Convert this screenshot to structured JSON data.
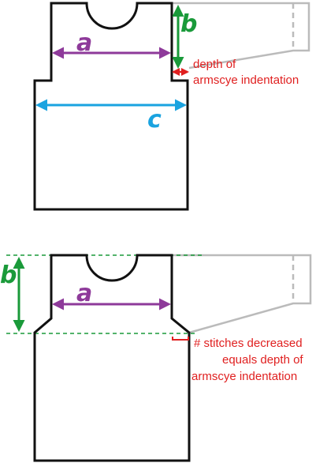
{
  "colors": {
    "outline": "#111111",
    "sleeve": "#bbbbbb",
    "measure_a": "#8e3a9a",
    "measure_b": "#1a9a3a",
    "measure_c": "#1aa3e0",
    "annotation": "#e02020"
  },
  "top_diagram": {
    "label_a": "a",
    "label_b": "b",
    "label_c": "c",
    "note_line1": "depth of",
    "note_line2": "armscye indentation"
  },
  "bottom_diagram": {
    "label_a": "a",
    "label_b": "b",
    "note_line1": "# stitches decreased",
    "note_line2": "equals depth of",
    "note_line3": "armscye indentation"
  }
}
